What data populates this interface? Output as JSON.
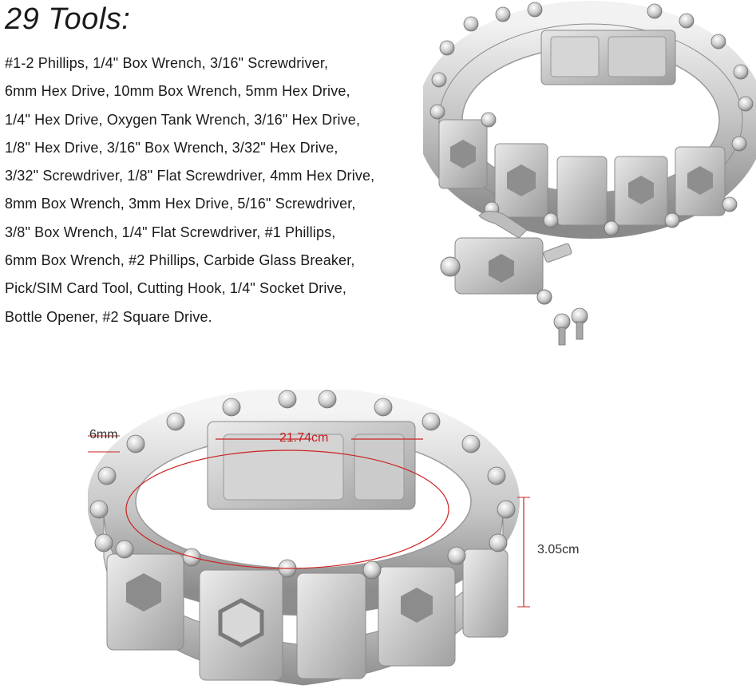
{
  "heading": "29 Tools:",
  "tool_lines": [
    "#1-2 Phillips, 1/4\" Box Wrench, 3/16\" Screwdriver,",
    "6mm Hex Drive, 10mm Box Wrench, 5mm Hex Drive,",
    "1/4\" Hex Drive, Oxygen Tank Wrench, 3/16\" Hex Drive,",
    "1/8\" Hex Drive, 3/16\" Box Wrench, 3/32\" Hex Drive,",
    "3/32\" Screwdriver, 1/8\" Flat Screwdriver, 4mm Hex Drive,",
    "8mm Box Wrench, 3mm Hex Drive, 5/16\" Screwdriver,",
    "3/8\" Box Wrench, 1/4\" Flat Screwdriver, #1 Phillips,",
    "6mm Box Wrench, #2 Phillips, Carbide Glass Breaker,",
    "Pick/SIM Card Tool, Cutting Hook, 1/4\" Socket Drive,",
    "Bottle Opener, #2 Square Drive."
  ],
  "dimensions": {
    "link_width": "6mm",
    "circumference": "21.74cm",
    "band_height": "3.05cm"
  },
  "colors": {
    "text": "#1a1a1a",
    "dimension_line": "#cc2222",
    "dimension_text_red": "#c81e1e",
    "dimension_text_dark": "#333333",
    "steel_light": "#e4e4e4",
    "steel_mid": "#b4b4b4",
    "steel_dark": "#7a7a7a"
  }
}
